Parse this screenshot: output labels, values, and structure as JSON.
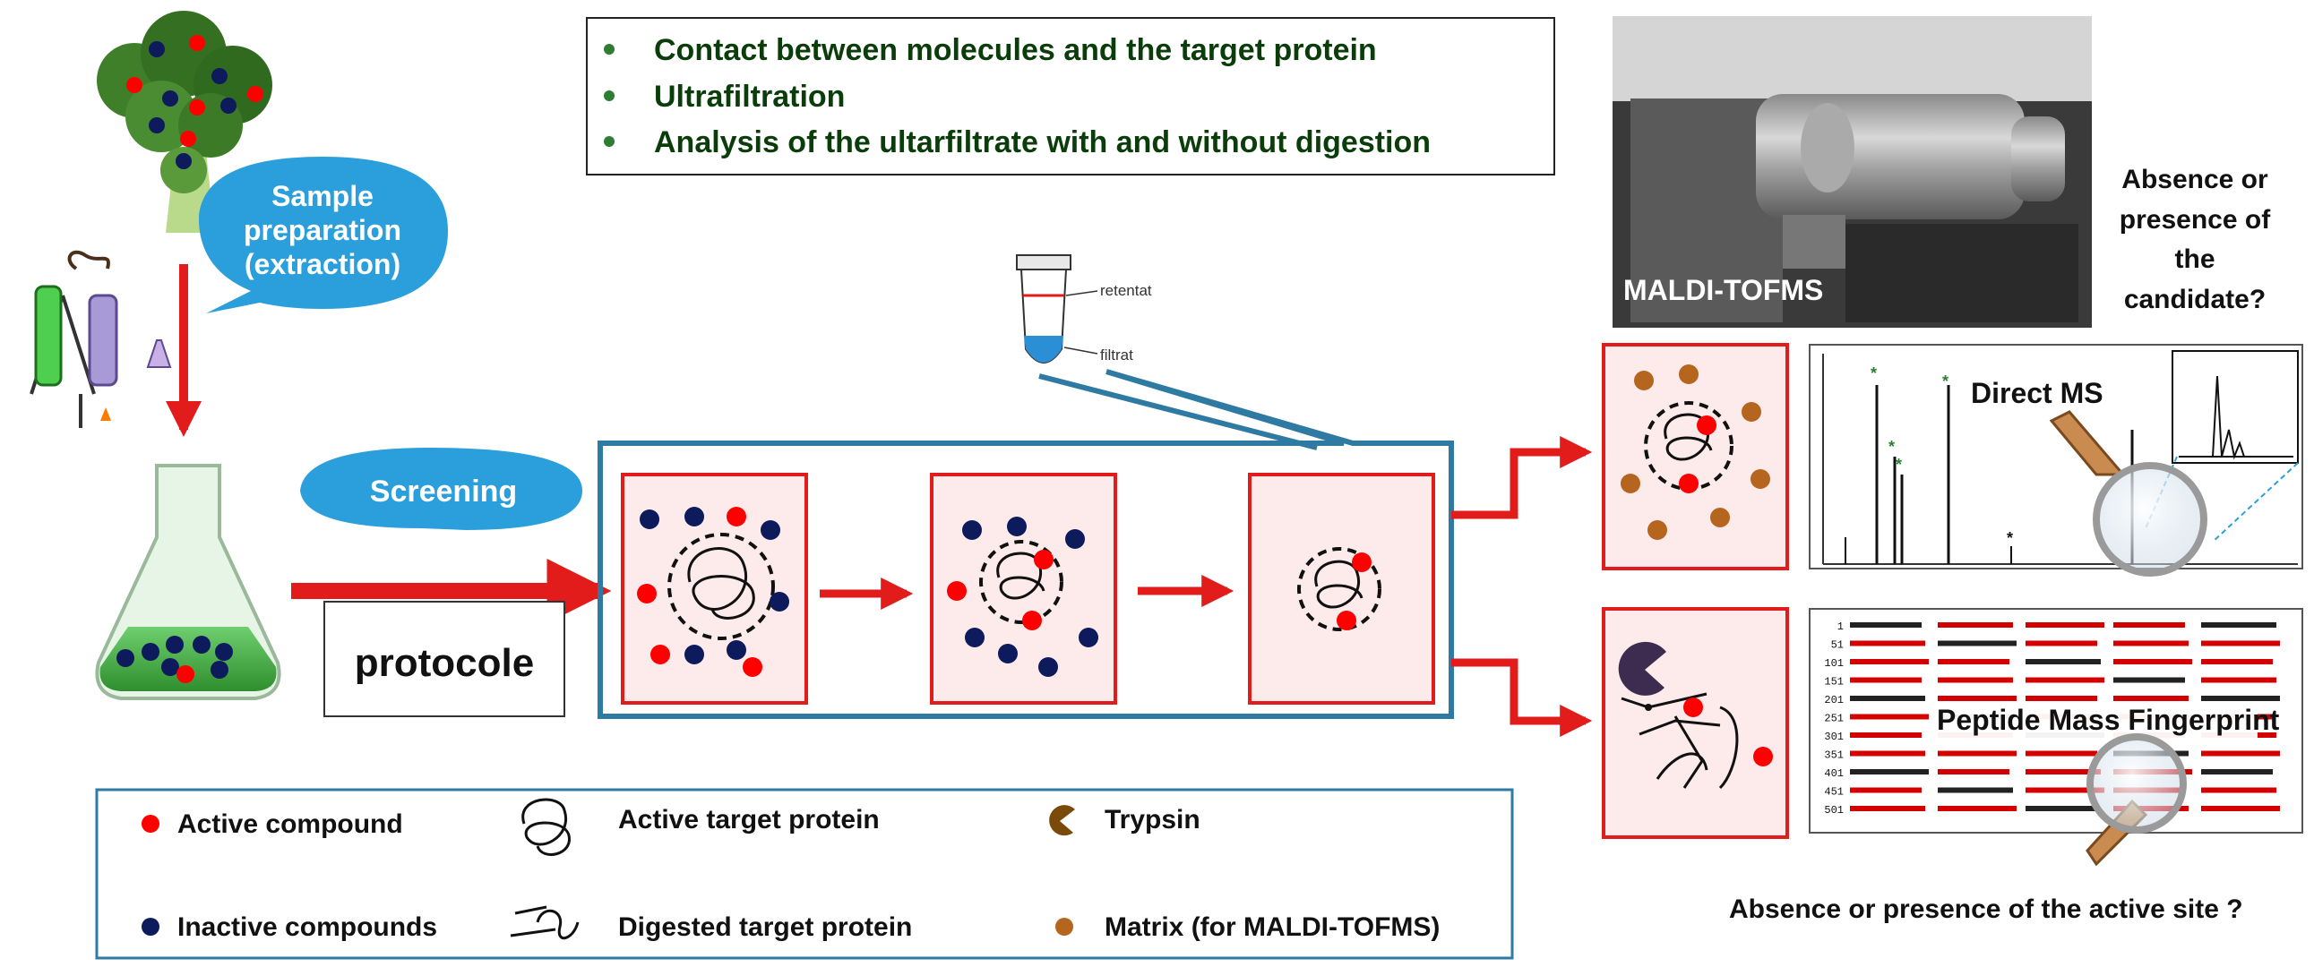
{
  "protocol_steps": [
    "Contact between molecules and the target protein",
    "Ultrafiltration",
    "Analysis of the ultarfiltrate with and without digestion"
  ],
  "callouts": {
    "sample_preparation": [
      "Sample",
      "preparation",
      "(extraction)"
    ],
    "screening": "Screening"
  },
  "protocol_box": "protocole",
  "tube_labels": {
    "retentate": "retentat",
    "filtrate": "filtrat"
  },
  "instrument": {
    "label": "MALDI-TOFMS",
    "question": [
      "Absence or",
      "presence of",
      "the",
      "candidate?"
    ]
  },
  "direct_ms_label": "Direct MS",
  "pmf": {
    "label": "Peptide Mass Fingerprint",
    "row_numbers": [
      "1",
      "51",
      "101",
      "151",
      "201",
      "251",
      "301",
      "351",
      "401",
      "451",
      "501"
    ]
  },
  "bottom_question": "Absence or presence of the active site ?",
  "legend": {
    "active_compound": "Active compound",
    "inactive_compounds": "Inactive compounds",
    "active_target": "Active target protein",
    "digested_target": "Digested target protein",
    "trypsin": "Trypsin",
    "matrix": "Matrix (for MALDI-TOFMS)"
  },
  "colors": {
    "active": "#ff0000",
    "inactive": "#0d1a5c",
    "matrix": "#b5651d",
    "trypsin": "#3d2c4f",
    "callout": "#2b9fdc",
    "arrow": "#e21b1b",
    "frame_blue": "#2e7aa3",
    "panel_fill": "#fdeaea",
    "step_text": "#0b3d0b"
  }
}
